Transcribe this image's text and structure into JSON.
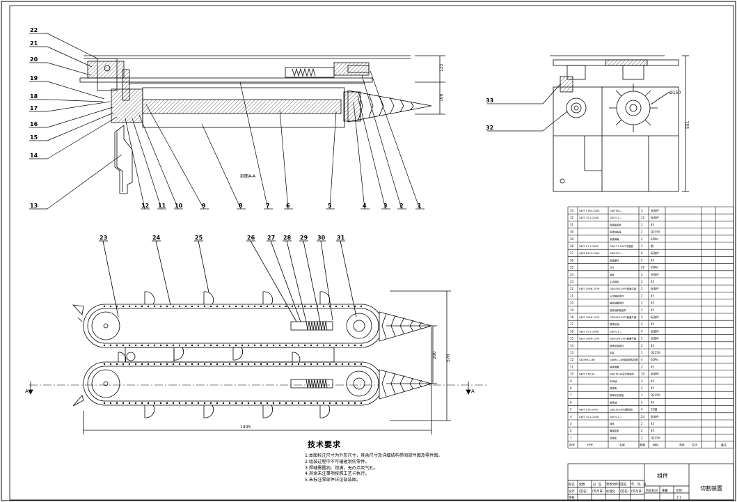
{
  "section_label": "剖面A-A",
  "callouts_side": [
    "1",
    "2",
    "3",
    "4",
    "5",
    "6",
    "7",
    "8",
    "9",
    "10",
    "11",
    "12",
    "13",
    "14",
    "15",
    "16",
    "17",
    "18",
    "19",
    "20",
    "21",
    "22"
  ],
  "callouts_plan": [
    "23",
    "24",
    "25",
    "26",
    "27",
    "28",
    "29",
    "30",
    "31"
  ],
  "callouts_end": [
    "32",
    "33"
  ],
  "dimensions": {
    "side_top": "125",
    "side_mid": "100",
    "plan_width_inner": "280",
    "plan_width_outer": "578",
    "plan_length": "1405",
    "end_diameter": "Ø150",
    "end_height": "551"
  },
  "section_marks": [
    "A",
    "A"
  ],
  "tech_requirements": {
    "title": "技术要求",
    "items": [
      "1.本图标注尺寸为外形尺寸，其余尺寸及详细结构参阅部件图及零件图。",
      "2.组装过程中不可磕碰划伤零件。",
      "3.焊缝需圆润、饱满，无凸点及气孔。",
      "4.其余未注事项按照工艺卡执行。",
      "5.未标注零部件详见部装图。"
    ]
  },
  "bom_rows": [
    {
      "no": "33",
      "std": "GB/T 5783-2000",
      "name": "GB/5783-...",
      "qty": "3",
      "mat": "标准件"
    },
    {
      "no": "32",
      "std": "GB/T 70.1-2008",
      "name": "GB/70.1-...",
      "qty": "12",
      "mat": "标准件"
    },
    {
      "no": "31",
      "std": "",
      "name": "连接板组件",
      "qty": "2",
      "mat": "45"
    },
    {
      "no": "30",
      "std": "",
      "name": "张紧轴支座",
      "qty": "2",
      "mat": "Q235A"
    },
    {
      "no": "29",
      "std": "",
      "name": "张紧弹簧",
      "qty": "2",
      "mat": "65Mn"
    },
    {
      "no": "28",
      "std": "GB/T 97.1-2002",
      "name": "GB/97.1-2002平垫圈",
      "qty": "2",
      "mat": "钢"
    },
    {
      "no": "27",
      "std": "GB/T 6170-2000",
      "name": "GB/6170-...",
      "qty": "6",
      "mat": "标准件"
    },
    {
      "no": "26",
      "std": "",
      "name": "张紧螺杆",
      "qty": "2",
      "mat": "45"
    },
    {
      "no": "25",
      "std": "",
      "name": "刀片",
      "qty": "20",
      "mat": "65Mn"
    },
    {
      "no": "24",
      "std": "",
      "name": "链条",
      "qty": "2",
      "mat": "外购件"
    },
    {
      "no": "23",
      "std": "",
      "name": "主动链轮",
      "qty": "2",
      "mat": "45"
    },
    {
      "no": "22",
      "std": "GB/T 1096-1979",
      "name": "GB/1096-1979普通平键",
      "qty": "2",
      "mat": "标准件"
    },
    {
      "no": "21",
      "std": "",
      "name": "从动链轮组件",
      "qty": "2",
      "mat": "45"
    },
    {
      "no": "20",
      "std": "",
      "name": "链轮轴套组件",
      "qty": "2",
      "mat": "45"
    },
    {
      "no": "19",
      "std": "",
      "name": "链轮轴承座组件",
      "qty": "2",
      "mat": "45"
    },
    {
      "no": "18",
      "std": "GB/T 1096-1979",
      "name": "GB/1096-1979普通平键",
      "qty": "2",
      "mat": "标准件"
    },
    {
      "no": "17",
      "std": "",
      "name": "拨禾轮轴",
      "qty": "2",
      "mat": "45"
    },
    {
      "no": "16",
      "std": "GB/T 70.1-2008",
      "name": "GB/70.1-...",
      "qty": "4",
      "mat": "标准件"
    },
    {
      "no": "15",
      "std": "GB/T 1096-1979",
      "name": "GB/1096-1979普通平键",
      "qty": "2",
      "mat": "标准件"
    },
    {
      "no": "14",
      "std": "",
      "name": "拨禾轮轴组件",
      "qty": "2",
      "mat": "45"
    },
    {
      "no": "13",
      "std": "",
      "name": "机架",
      "qty": "1",
      "mat": "Q235A"
    },
    {
      "no": "12",
      "std": "GB 894.1-86",
      "name": "GB894.1-86轴用弹性挡圈",
      "qty": "4",
      "mat": "65Mn"
    },
    {
      "no": "11",
      "std": "",
      "name": "轴承端盖",
      "qty": "2",
      "mat": "45"
    },
    {
      "no": "10",
      "std": "GB/T 276-94",
      "name": "GB/276-94深沟球轴承",
      "qty": "10",
      "mat": "标准件"
    },
    {
      "no": "9",
      "std": "",
      "name": "中间轴",
      "qty": "2",
      "mat": "45"
    },
    {
      "no": "8",
      "std": "",
      "name": "拨禾筒",
      "qty": "2",
      "mat": "45"
    },
    {
      "no": "7",
      "std": "",
      "name": "拨禾轮支撑板",
      "qty": "1",
      "mat": "Q235A"
    },
    {
      "no": "6",
      "std": "",
      "name": "拨禾轴",
      "qty": "2",
      "mat": "45"
    },
    {
      "no": "5",
      "std": "GB/T 119-2000",
      "name": "GB/119-2000圆柱销",
      "qty": "4",
      "mat": "35钢"
    },
    {
      "no": "4",
      "std": "GB/T 70.1-2008",
      "name": "GB/70.1-...",
      "qty": "24",
      "mat": "标准件"
    },
    {
      "no": "3",
      "std": "",
      "name": "拨禾",
      "qty": "2",
      "mat": "45"
    },
    {
      "no": "2",
      "std": "",
      "name": "螺旋拨禾",
      "qty": "2",
      "mat": "45"
    },
    {
      "no": "1",
      "std": "",
      "name": "连接板",
      "qty": "2",
      "mat": "Q235A"
    }
  ],
  "bom_header": {
    "no": "序号",
    "std": "代号",
    "name": "名称",
    "qty": "数量",
    "mat": "材料",
    "unit_w": "单件",
    "total_w": "总计",
    "note": "备注"
  },
  "title_block": {
    "kind": "组件",
    "drawing_name": "切割装置",
    "row1": [
      "标记",
      "处数",
      "分",
      "区",
      "更改文件号",
      "签名",
      "年、月、日"
    ],
    "row2": [
      "设计",
      "(签名)",
      "(年月日)",
      "标准化",
      "(签名)",
      "(年月日)"
    ],
    "stage": "阶段标记",
    "weight": "重量",
    "scale": "比例",
    "scale_val": "1:1",
    "audit": "审核"
  }
}
